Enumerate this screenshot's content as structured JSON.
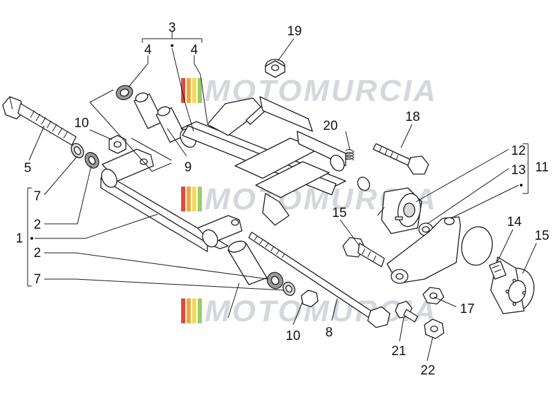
{
  "watermark": {
    "brand": "MOTOMURCIA",
    "colors": [
      "#e04a3c",
      "#f0a63a",
      "#f3d95c",
      "#9ccc65",
      "#c9d0d6"
    ]
  },
  "callouts": {
    "c1": "1",
    "c2a": "2",
    "c2b": "2",
    "c3": "3",
    "c4a": "4",
    "c4b": "4",
    "c5": "5",
    "c7a": "7",
    "c7b": "7",
    "c8": "8",
    "c9": "9",
    "c10a": "10",
    "c10b": "10",
    "c11": "11",
    "c12": "12",
    "c13": "13",
    "c14": "14",
    "c15": "15",
    "c16": "15",
    "c17": "17",
    "c18": "18",
    "c19": "19",
    "c20": "20",
    "c21": "21",
    "c22": "22"
  }
}
